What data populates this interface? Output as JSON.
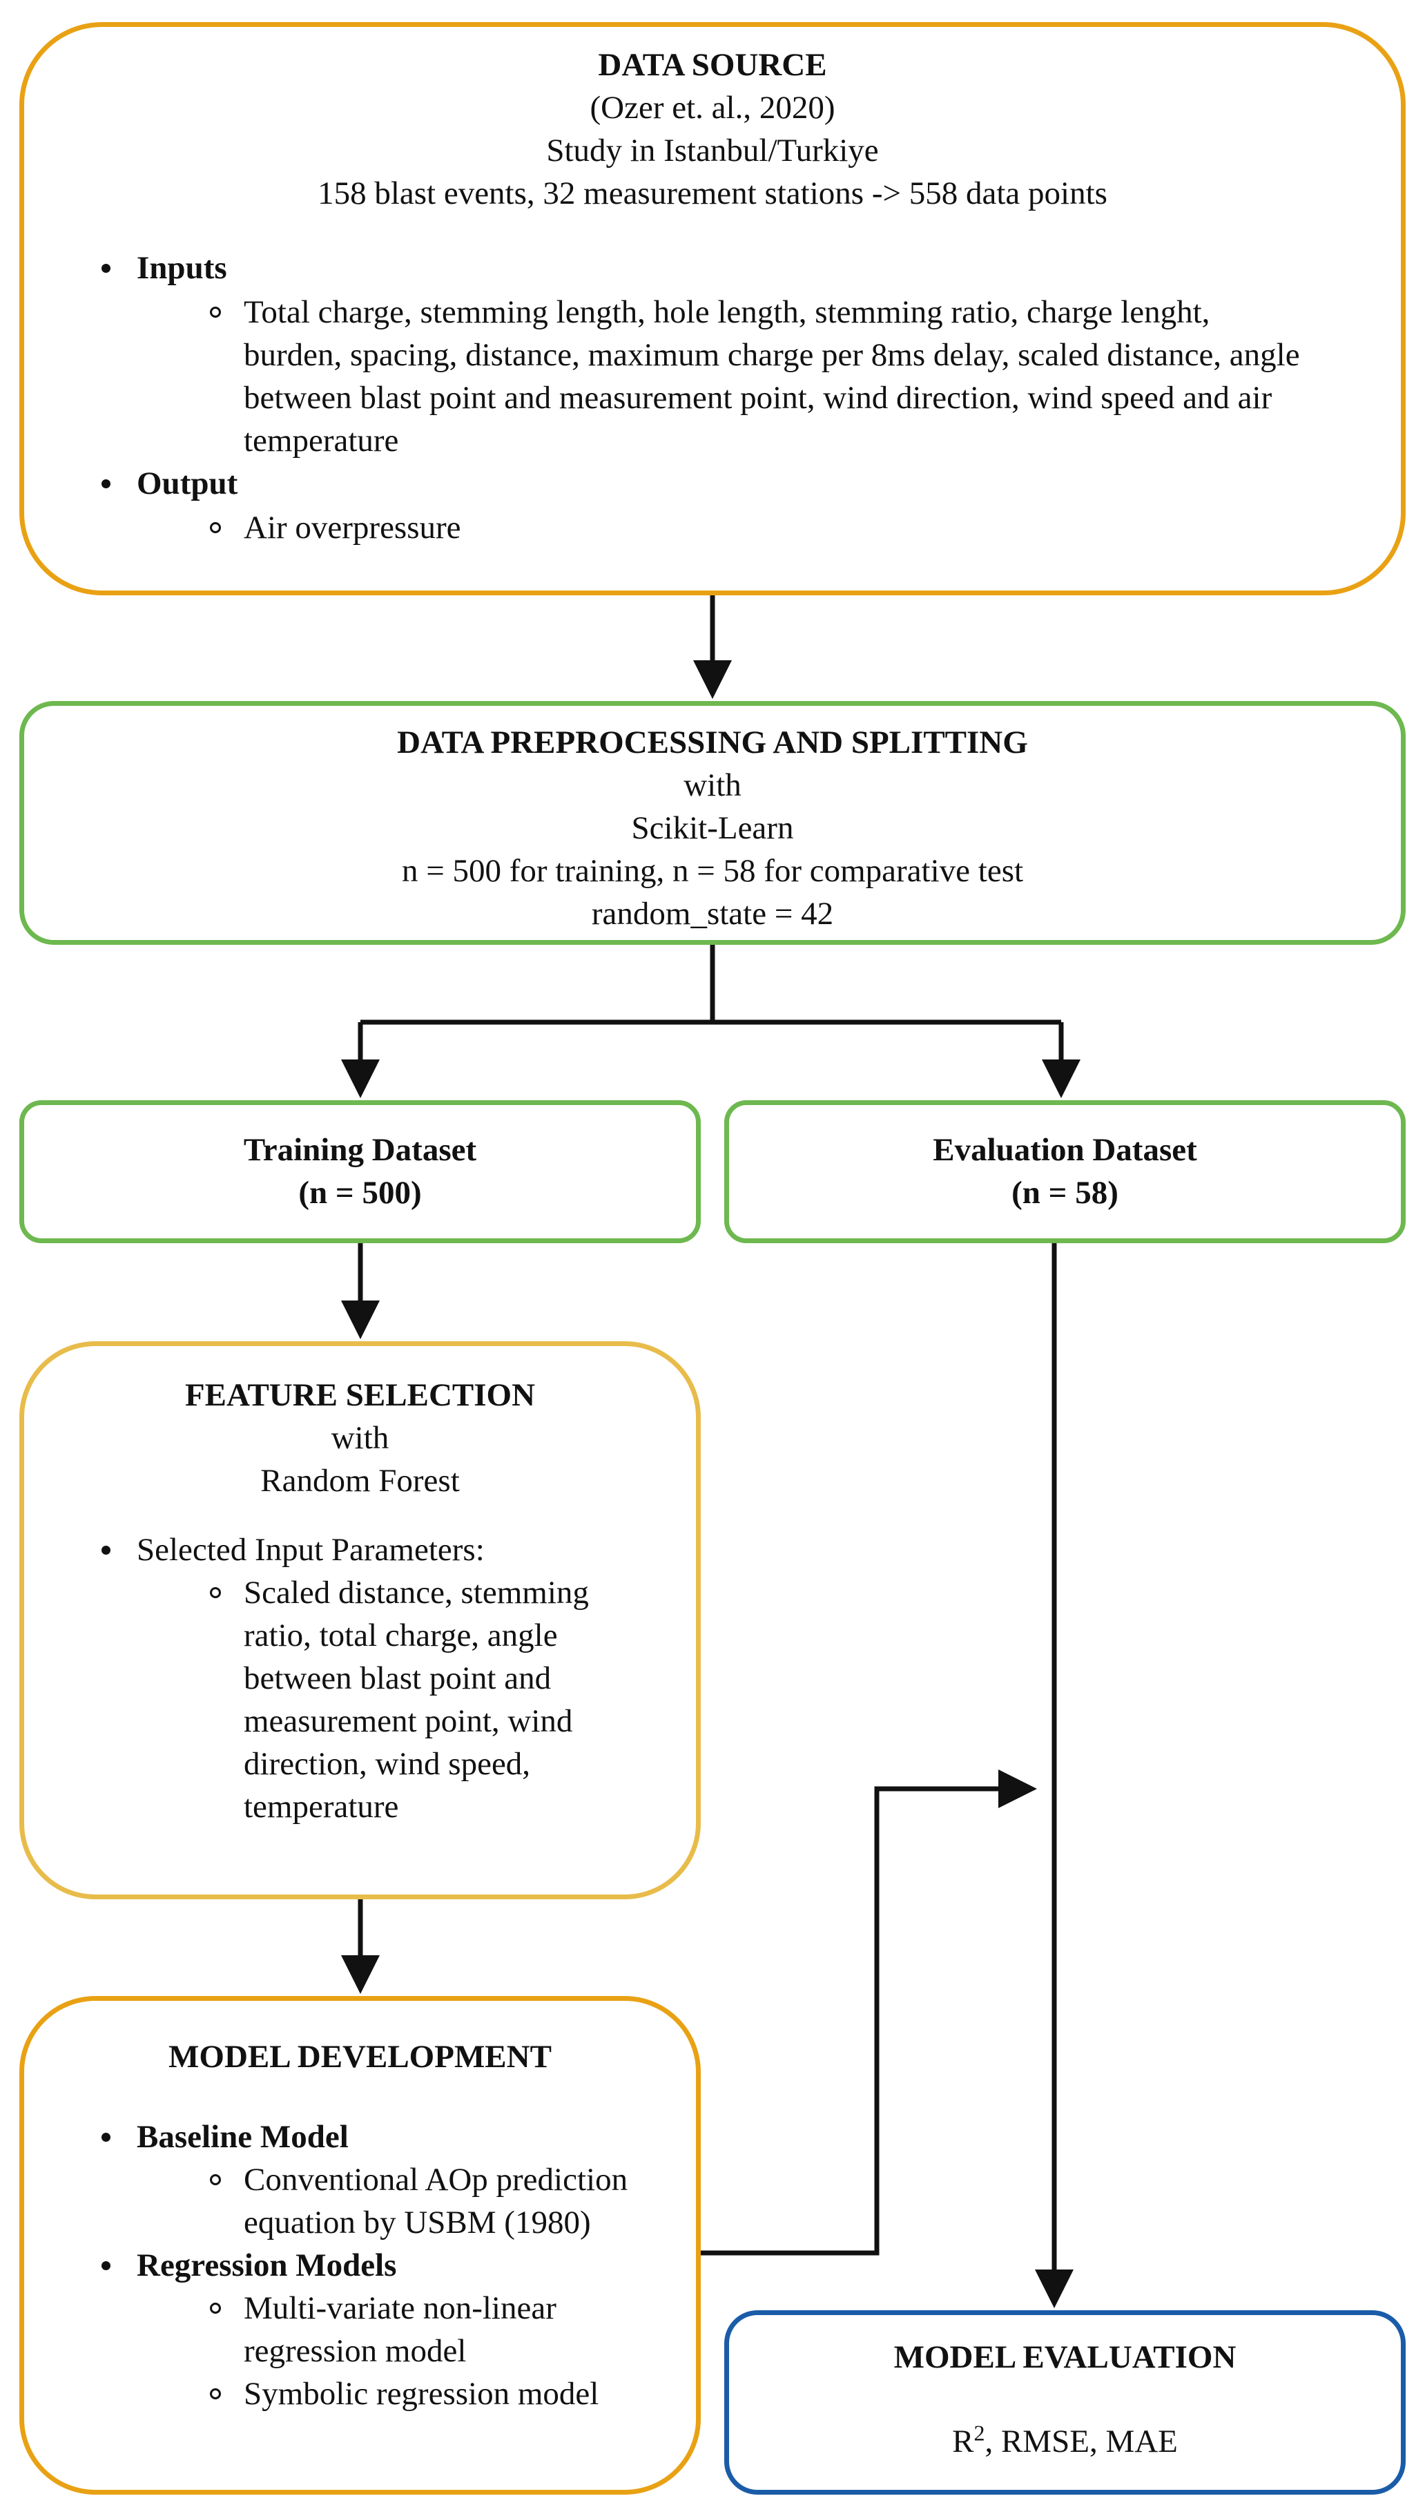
{
  "data_source": {
    "title": "DATA SOURCE",
    "citation": "(Ozer et. al., 2020)",
    "study": "Study in Istanbul/Turkiye",
    "summary": "158 blast events, 32 measurement stations -> 558 data points",
    "inputs_heading": "Inputs",
    "inputs_lines": [
      "Total charge, stemming length, hole length, stemming ratio, charge lenght,",
      "burden, spacing, distance, maximum charge per 8ms delay, scaled distance, angle",
      "between blast point and measurement point, wind direction, wind speed and air",
      "temperature"
    ],
    "output_heading": "Output",
    "output_item": "Air overpressure"
  },
  "preprocessing": {
    "title": "DATA PREPROCESSING AND SPLITTING",
    "with": "with",
    "tool": "Scikit-Learn",
    "split": "n = 500 for training, n = 58 for comparative test",
    "random_state": "random_state = 42"
  },
  "training_dataset": {
    "title": "Training Dataset",
    "count": "(n = 500)"
  },
  "evaluation_dataset": {
    "title": "Evaluation Dataset",
    "count": "(n = 58)"
  },
  "feature_selection": {
    "title": "FEATURE SELECTION",
    "with": "with",
    "method": "Random Forest",
    "selected_heading": "Selected Input Parameters:",
    "selected_lines": [
      "Scaled distance, stemming",
      "ratio, total charge, angle",
      "between blast point and",
      "measurement point, wind",
      "direction, wind speed,",
      "temperature"
    ]
  },
  "model_development": {
    "title": "MODEL DEVELOPMENT",
    "baseline_heading": "Baseline Model",
    "baseline_lines": [
      "Conventional AOp prediction",
      "equation by USBM (1980)"
    ],
    "regression_heading": "Regression Models",
    "regression_item1_lines": [
      "Multi-variate non-linear",
      "regression model"
    ],
    "regression_item2": "Symbolic regression model"
  },
  "model_evaluation": {
    "title": "MODEL EVALUATION",
    "metric_r": "R",
    "metric_r_sup": "2",
    "metric_rest": ", RMSE, MAE"
  }
}
